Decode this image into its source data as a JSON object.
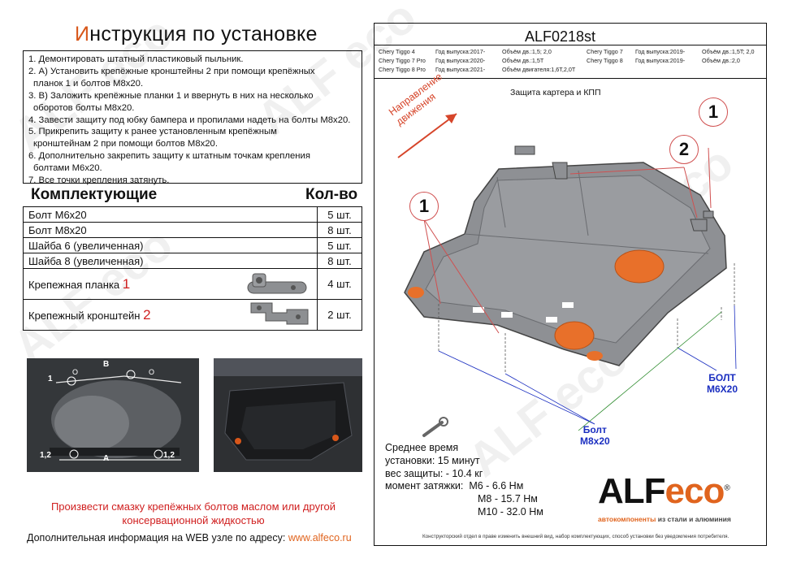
{
  "left": {
    "title": "Инструкция по установке",
    "steps": [
      "1. Демонтировать штатный пластиковый пыльник.",
      "2. А) Установить крепёжные кронштейны 2 при помощи крепёжных",
      "планок 1 и болтов M8x20.",
      "3. В) Заложить крепёжные планки 1 и ввернуть в них на несколько",
      "оборотов болты M8x20.",
      "4. Завести защиту под юбку бампера и пропилами надеть на болты M8x20.",
      "5. Прикрепить защиту к ранее установленным крепёжным",
      "кронштейнам 2 при помощи болтов M8x20.",
      "6. Дополнительно закрепить защиту к штатным точкам крепления",
      "болтами M6x20.",
      "7. Все точки крепления затянуть."
    ],
    "kit_header": "Комплектующие",
    "qty_header": "Кол-во",
    "kit": [
      {
        "name": "Болт М6х20",
        "qty": "5 шт."
      },
      {
        "name": "Болт М8х20",
        "qty": "8 шт."
      },
      {
        "name": "Шайба 6 (увеличенная)",
        "qty": "5 шт."
      },
      {
        "name": "Шайба 8 (увеличенная)",
        "qty": "8 шт."
      },
      {
        "name": "Крепежная планка",
        "num": "1",
        "qty": "4 шт."
      },
      {
        "name": "Крепежный кронштейн",
        "num": "2",
        "qty": "2 шт."
      }
    ],
    "photo_labels": {
      "b": "B",
      "one": "1",
      "o1": "O",
      "o2": "O",
      "a": "A",
      "onetwo_l": "1,2",
      "onetwo_r": "1,2"
    },
    "note_line1": "Произвести смазку крепёжных болтов маслом или другой",
    "note_line2": "консервационной жидкостью",
    "web_text": "Дополнительная информация на WEB узле по адресу:",
    "web_url": "www.alfeco.ru"
  },
  "right": {
    "code": "ALF0218st",
    "models": [
      [
        "Chery Tiggo 4",
        "Год выпуска:2017-",
        "Объём дв.:1,5; 2,0"
      ],
      [
        "Chery Tiggo 7 Pro",
        "Год выпуска:2020-",
        "Объём дв.:1,5T"
      ],
      [
        "Chery Tiggo 8 Pro",
        "Год выпуска:2021-",
        "Объём двигателя:1,6T,2,0T"
      ],
      [
        "Chery Tiggo 7",
        "Год выпуска:2019-",
        "Объём дв.:1,5T; 2,0"
      ],
      [
        "Chery Tiggo 8",
        "Год выпуска:2019-",
        "Объём дв.:2,0"
      ]
    ],
    "subtitle": "Защита картера и КПП",
    "direction": [
      "Направление",
      "движения"
    ],
    "callouts": [
      "1",
      "2",
      "1"
    ],
    "bolt_m6": [
      "БОЛТ",
      "M6X20"
    ],
    "bolt_m8": [
      "Болт",
      "M8x20"
    ],
    "stats": {
      "avg": "Среднее время",
      "install": "установки: 15 минут",
      "weight_label": "вес защиты:",
      "weight_value": "- 10.4 кг",
      "torque_label": "момент затяжки:",
      "m6": "М6  - 6.6 Нм",
      "m8": "М8   - 15.7 Нм",
      "m10": "М10 - 32.0 Нм"
    },
    "logo_a": "ALF",
    "logo_b": "eco",
    "logo_reg": "®",
    "logo_sub_a": "автокомпоненты",
    "logo_sub_b": "из стали и алюминия",
    "footer": "Конструкторский отдел в праве изменить внешний вид, набор комплектующих, способ установки без уведомления потребителя."
  },
  "watermark": "ALF eco",
  "colors": {
    "accent": "#e0641e",
    "red": "#d02020",
    "blue": "#1a2ec0"
  }
}
